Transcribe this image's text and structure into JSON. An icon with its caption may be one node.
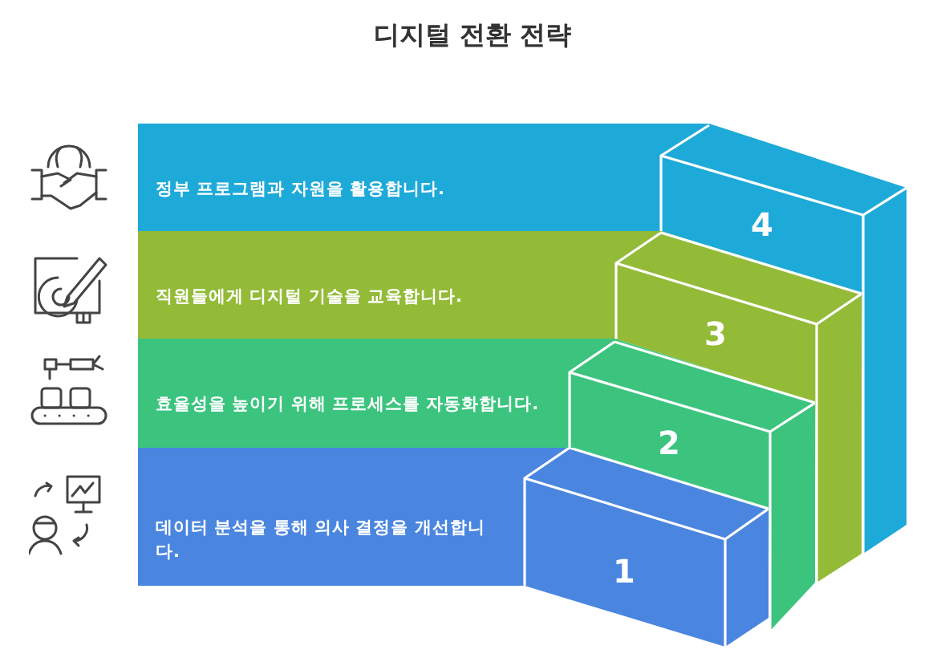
{
  "diagram": {
    "title": "디지털 전환 전략",
    "nodes": [
      {
        "text": [
          "정부 프로그램과 자원을 활용합니다.",
          "4"
        ]
      },
      {
        "text": [
          "직원들에게 디지털 기술을 교육합니다.",
          "3"
        ]
      },
      {
        "text": [
          "효율성을 높이기 위해 프로세스를 자동화합니다.",
          "2"
        ]
      },
      {
        "text": [
          "데이터 분석을 통해 의사 결정을 개선합니다.",
          "1"
        ]
      }
    ]
  }
}
